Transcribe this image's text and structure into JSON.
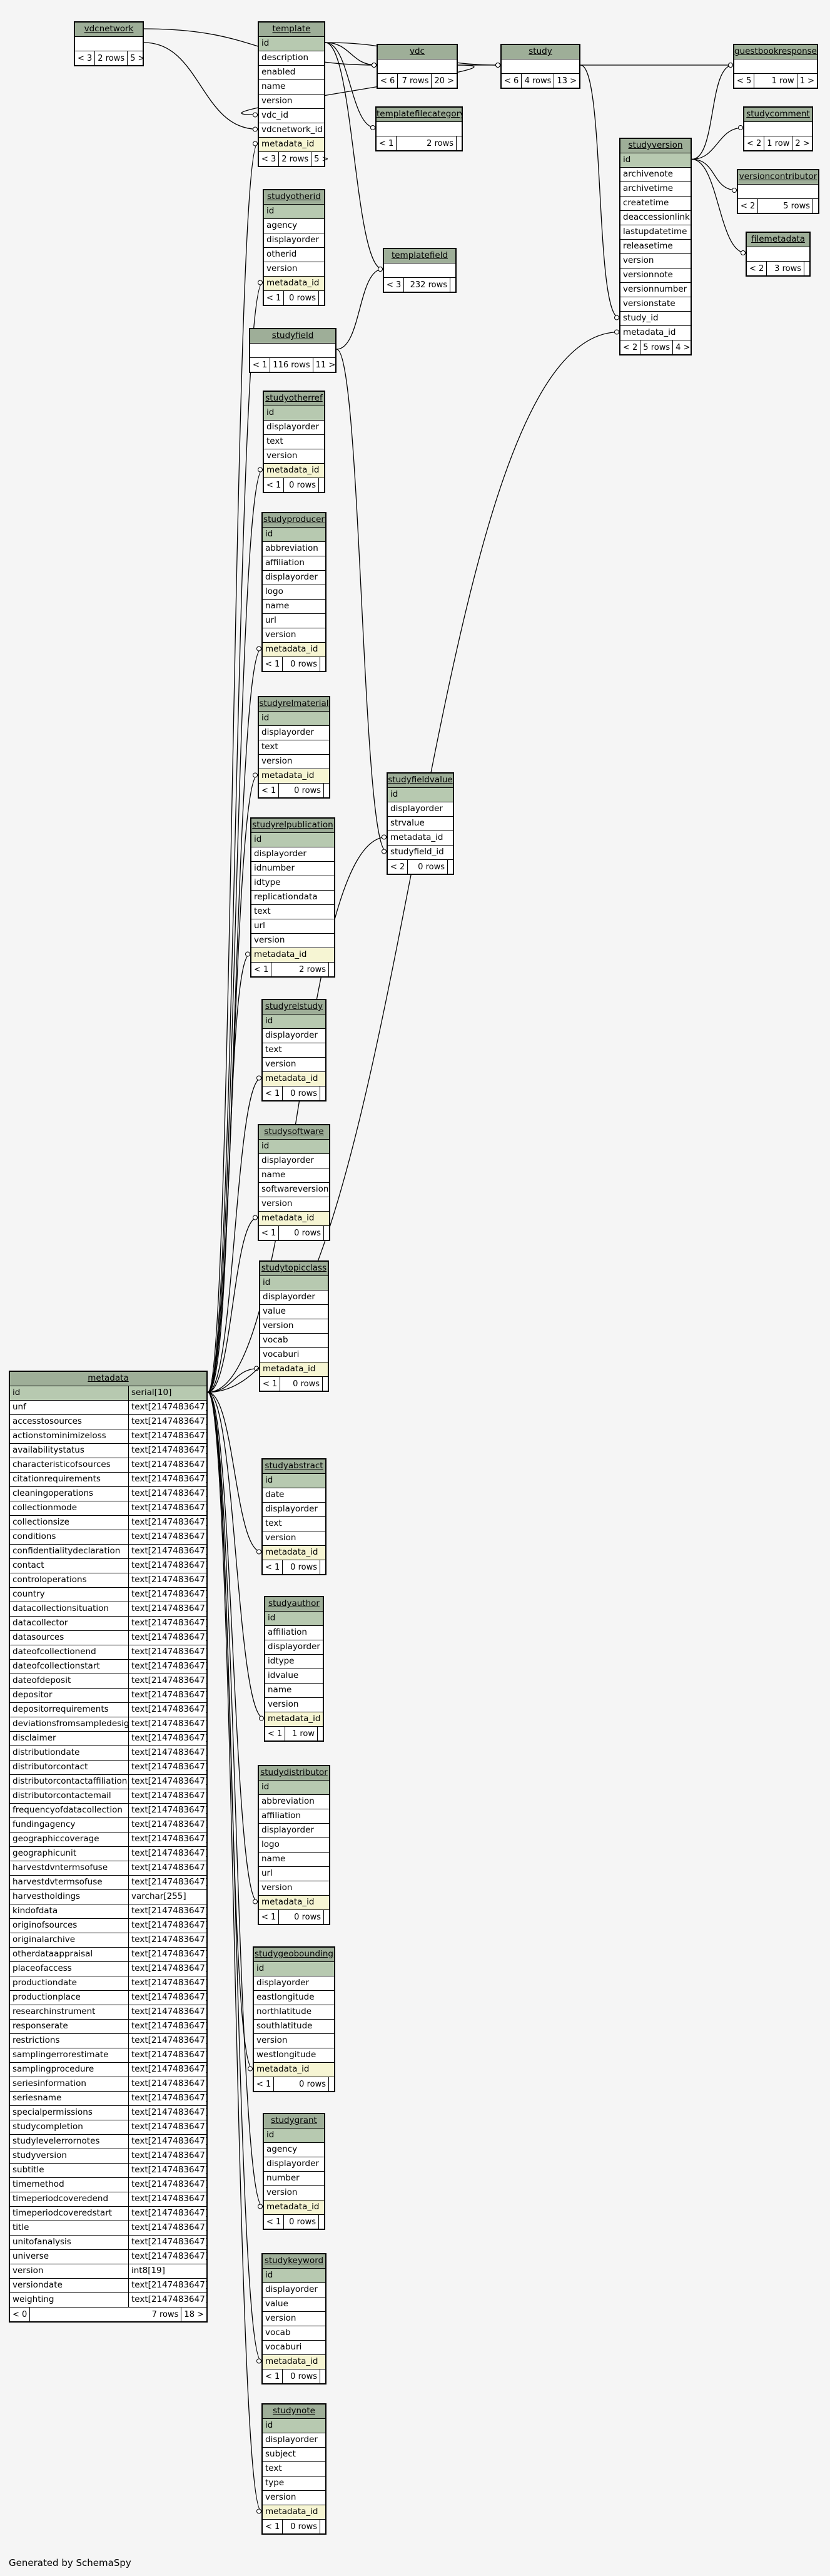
{
  "footer": "Generated by SchemaSpy",
  "tables": [
    {
      "id": "vdcnetwork",
      "name": "vdcnetwork",
      "columns": [],
      "empty": true,
      "footer": [
        "< 3",
        "2 rows",
        "5 >"
      ]
    },
    {
      "id": "template",
      "name": "template",
      "columns": [
        {
          "n": "id",
          "k": "pk"
        },
        {
          "n": "description"
        },
        {
          "n": "enabled"
        },
        {
          "n": "name"
        },
        {
          "n": "version"
        },
        {
          "n": "vdc_id"
        },
        {
          "n": "vdcnetwork_id"
        },
        {
          "n": "metadata_id",
          "k": "fk"
        }
      ],
      "footer": [
        "< 3",
        "2 rows",
        "5 >"
      ]
    },
    {
      "id": "vdc",
      "name": "vdc",
      "columns": [],
      "empty": true,
      "footer": [
        "< 6",
        "7 rows",
        "20 >"
      ]
    },
    {
      "id": "study",
      "name": "study",
      "columns": [],
      "empty": true,
      "footer": [
        "< 6",
        "4 rows",
        "13 >"
      ]
    },
    {
      "id": "guestbookresponse",
      "name": "guestbookresponse",
      "columns": [],
      "empty": true,
      "footer": [
        "< 5",
        "1 row",
        "1 >"
      ]
    },
    {
      "id": "templatefilecategory",
      "name": "templatefilecategory",
      "columns": [],
      "empty": true,
      "footer": [
        "< 1",
        "2 rows",
        ""
      ]
    },
    {
      "id": "studycomment",
      "name": "studycomment",
      "columns": [],
      "empty": true,
      "footer": [
        "< 2",
        "1 row",
        "2 >"
      ]
    },
    {
      "id": "studyversion",
      "name": "studyversion",
      "columns": [
        {
          "n": "id",
          "k": "pk"
        },
        {
          "n": "archivenote"
        },
        {
          "n": "archivetime"
        },
        {
          "n": "createtime"
        },
        {
          "n": "deaccessionlink"
        },
        {
          "n": "lastupdatetime"
        },
        {
          "n": "releasetime"
        },
        {
          "n": "version"
        },
        {
          "n": "versionnote"
        },
        {
          "n": "versionnumber"
        },
        {
          "n": "versionstate"
        },
        {
          "n": "study_id"
        },
        {
          "n": "metadata_id"
        }
      ],
      "footer": [
        "< 2",
        "5 rows",
        "4 >"
      ]
    },
    {
      "id": "versioncontributor",
      "name": "versioncontributor",
      "columns": [],
      "empty": true,
      "footer": [
        "< 2",
        "5 rows",
        ""
      ]
    },
    {
      "id": "filemetadata",
      "name": "filemetadata",
      "columns": [],
      "empty": true,
      "footer": [
        "< 2",
        "3 rows",
        ""
      ]
    },
    {
      "id": "studyotherid",
      "name": "studyotherid",
      "columns": [
        {
          "n": "id",
          "k": "pk"
        },
        {
          "n": "agency"
        },
        {
          "n": "displayorder"
        },
        {
          "n": "otherid"
        },
        {
          "n": "version"
        },
        {
          "n": "metadata_id",
          "k": "fk"
        }
      ],
      "footer": [
        "< 1",
        "0 rows",
        ""
      ]
    },
    {
      "id": "templatefield",
      "name": "templatefield",
      "columns": [],
      "empty": true,
      "footer": [
        "< 3",
        "232 rows",
        ""
      ]
    },
    {
      "id": "studyfield",
      "name": "studyfield",
      "columns": [],
      "empty": true,
      "footer": [
        "< 1",
        "116 rows",
        "11 >"
      ]
    },
    {
      "id": "studyotherref",
      "name": "studyotherref",
      "columns": [
        {
          "n": "id",
          "k": "pk"
        },
        {
          "n": "displayorder"
        },
        {
          "n": "text"
        },
        {
          "n": "version"
        },
        {
          "n": "metadata_id",
          "k": "fk"
        }
      ],
      "footer": [
        "< 1",
        "0 rows",
        ""
      ]
    },
    {
      "id": "studyproducer",
      "name": "studyproducer",
      "columns": [
        {
          "n": "id",
          "k": "pk"
        },
        {
          "n": "abbreviation"
        },
        {
          "n": "affiliation"
        },
        {
          "n": "displayorder"
        },
        {
          "n": "logo"
        },
        {
          "n": "name"
        },
        {
          "n": "url"
        },
        {
          "n": "version"
        },
        {
          "n": "metadata_id",
          "k": "fk"
        }
      ],
      "footer": [
        "< 1",
        "0 rows",
        ""
      ]
    },
    {
      "id": "studyrelmaterial",
      "name": "studyrelmaterial",
      "columns": [
        {
          "n": "id",
          "k": "pk"
        },
        {
          "n": "displayorder"
        },
        {
          "n": "text"
        },
        {
          "n": "version"
        },
        {
          "n": "metadata_id",
          "k": "fk"
        }
      ],
      "footer": [
        "< 1",
        "0 rows",
        ""
      ]
    },
    {
      "id": "studyfieldvalue",
      "name": "studyfieldvalue",
      "columns": [
        {
          "n": "id",
          "k": "pk"
        },
        {
          "n": "displayorder"
        },
        {
          "n": "strvalue"
        },
        {
          "n": "metadata_id"
        },
        {
          "n": "studyfield_id"
        }
      ],
      "footer": [
        "< 2",
        "0 rows",
        ""
      ]
    },
    {
      "id": "studyrelpublication",
      "name": "studyrelpublication",
      "columns": [
        {
          "n": "id",
          "k": "pk"
        },
        {
          "n": "displayorder"
        },
        {
          "n": "idnumber"
        },
        {
          "n": "idtype"
        },
        {
          "n": "replicationdata"
        },
        {
          "n": "text"
        },
        {
          "n": "url"
        },
        {
          "n": "version"
        },
        {
          "n": "metadata_id",
          "k": "fk"
        }
      ],
      "footer": [
        "< 1",
        "2 rows",
        ""
      ]
    },
    {
      "id": "studyrelstudy",
      "name": "studyrelstudy",
      "columns": [
        {
          "n": "id",
          "k": "pk"
        },
        {
          "n": "displayorder"
        },
        {
          "n": "text"
        },
        {
          "n": "version"
        },
        {
          "n": "metadata_id",
          "k": "fk"
        }
      ],
      "footer": [
        "< 1",
        "0 rows",
        ""
      ]
    },
    {
      "id": "studysoftware",
      "name": "studysoftware",
      "columns": [
        {
          "n": "id",
          "k": "pk"
        },
        {
          "n": "displayorder"
        },
        {
          "n": "name"
        },
        {
          "n": "softwareversion"
        },
        {
          "n": "version"
        },
        {
          "n": "metadata_id",
          "k": "fk"
        }
      ],
      "footer": [
        "< 1",
        "0 rows",
        ""
      ]
    },
    {
      "id": "studytopicclass",
      "name": "studytopicclass",
      "columns": [
        {
          "n": "id",
          "k": "pk"
        },
        {
          "n": "displayorder"
        },
        {
          "n": "value"
        },
        {
          "n": "version"
        },
        {
          "n": "vocab"
        },
        {
          "n": "vocaburi"
        },
        {
          "n": "metadata_id",
          "k": "fk"
        }
      ],
      "footer": [
        "< 1",
        "0 rows",
        ""
      ]
    },
    {
      "id": "studyabstract",
      "name": "studyabstract",
      "columns": [
        {
          "n": "id",
          "k": "pk"
        },
        {
          "n": "date"
        },
        {
          "n": "displayorder"
        },
        {
          "n": "text"
        },
        {
          "n": "version"
        },
        {
          "n": "metadata_id",
          "k": "fk"
        }
      ],
      "footer": [
        "< 1",
        "0 rows",
        ""
      ]
    },
    {
      "id": "studyauthor",
      "name": "studyauthor",
      "columns": [
        {
          "n": "id",
          "k": "pk"
        },
        {
          "n": "affiliation"
        },
        {
          "n": "displayorder"
        },
        {
          "n": "idtype"
        },
        {
          "n": "idvalue"
        },
        {
          "n": "name"
        },
        {
          "n": "version"
        },
        {
          "n": "metadata_id",
          "k": "fk"
        }
      ],
      "footer": [
        "< 1",
        "1 row",
        ""
      ]
    },
    {
      "id": "studydistributor",
      "name": "studydistributor",
      "columns": [
        {
          "n": "id",
          "k": "pk"
        },
        {
          "n": "abbreviation"
        },
        {
          "n": "affiliation"
        },
        {
          "n": "displayorder"
        },
        {
          "n": "logo"
        },
        {
          "n": "name"
        },
        {
          "n": "url"
        },
        {
          "n": "version"
        },
        {
          "n": "metadata_id",
          "k": "fk"
        }
      ],
      "footer": [
        "< 1",
        "0 rows",
        ""
      ]
    },
    {
      "id": "studygeobounding",
      "name": "studygeobounding",
      "columns": [
        {
          "n": "id",
          "k": "pk"
        },
        {
          "n": "displayorder"
        },
        {
          "n": "eastlongitude"
        },
        {
          "n": "northlatitude"
        },
        {
          "n": "southlatitude"
        },
        {
          "n": "version"
        },
        {
          "n": "westlongitude"
        },
        {
          "n": "metadata_id",
          "k": "fk"
        }
      ],
      "footer": [
        "< 1",
        "0 rows",
        ""
      ]
    },
    {
      "id": "studygrant",
      "name": "studygrant",
      "columns": [
        {
          "n": "id",
          "k": "pk"
        },
        {
          "n": "agency"
        },
        {
          "n": "displayorder"
        },
        {
          "n": "number"
        },
        {
          "n": "version"
        },
        {
          "n": "metadata_id",
          "k": "fk"
        }
      ],
      "footer": [
        "< 1",
        "0 rows",
        ""
      ]
    },
    {
      "id": "studykeyword",
      "name": "studykeyword",
      "columns": [
        {
          "n": "id",
          "k": "pk"
        },
        {
          "n": "displayorder"
        },
        {
          "n": "value"
        },
        {
          "n": "version"
        },
        {
          "n": "vocab"
        },
        {
          "n": "vocaburi"
        },
        {
          "n": "metadata_id",
          "k": "fk"
        }
      ],
      "footer": [
        "< 1",
        "0 rows",
        ""
      ]
    },
    {
      "id": "studynote",
      "name": "studynote",
      "columns": [
        {
          "n": "id",
          "k": "pk"
        },
        {
          "n": "displayorder"
        },
        {
          "n": "subject"
        },
        {
          "n": "text"
        },
        {
          "n": "type"
        },
        {
          "n": "version"
        },
        {
          "n": "metadata_id",
          "k": "fk"
        }
      ],
      "footer": [
        "< 1",
        "0 rows",
        ""
      ]
    },
    {
      "id": "metadata",
      "name": "metadata",
      "typed": true,
      "columns": [
        {
          "n": "id",
          "t": "serial[10]",
          "k": "pk"
        },
        {
          "n": "unf",
          "t": "text[2147483647]"
        },
        {
          "n": "accesstosources",
          "t": "text[2147483647]"
        },
        {
          "n": "actionstominimizeloss",
          "t": "text[2147483647]"
        },
        {
          "n": "availabilitystatus",
          "t": "text[2147483647]"
        },
        {
          "n": "characteristicofsources",
          "t": "text[2147483647]"
        },
        {
          "n": "citationrequirements",
          "t": "text[2147483647]"
        },
        {
          "n": "cleaningoperations",
          "t": "text[2147483647]"
        },
        {
          "n": "collectionmode",
          "t": "text[2147483647]"
        },
        {
          "n": "collectionsize",
          "t": "text[2147483647]"
        },
        {
          "n": "conditions",
          "t": "text[2147483647]"
        },
        {
          "n": "confidentialitydeclaration",
          "t": "text[2147483647]"
        },
        {
          "n": "contact",
          "t": "text[2147483647]"
        },
        {
          "n": "controloperations",
          "t": "text[2147483647]"
        },
        {
          "n": "country",
          "t": "text[2147483647]"
        },
        {
          "n": "datacollectionsituation",
          "t": "text[2147483647]"
        },
        {
          "n": "datacollector",
          "t": "text[2147483647]"
        },
        {
          "n": "datasources",
          "t": "text[2147483647]"
        },
        {
          "n": "dateofcollectionend",
          "t": "text[2147483647]"
        },
        {
          "n": "dateofcollectionstart",
          "t": "text[2147483647]"
        },
        {
          "n": "dateofdeposit",
          "t": "text[2147483647]"
        },
        {
          "n": "depositor",
          "t": "text[2147483647]"
        },
        {
          "n": "depositorrequirements",
          "t": "text[2147483647]"
        },
        {
          "n": "deviationsfromsampledesign",
          "t": "text[2147483647]"
        },
        {
          "n": "disclaimer",
          "t": "text[2147483647]"
        },
        {
          "n": "distributiondate",
          "t": "text[2147483647]"
        },
        {
          "n": "distributorcontact",
          "t": "text[2147483647]"
        },
        {
          "n": "distributorcontactaffiliation",
          "t": "text[2147483647]"
        },
        {
          "n": "distributorcontactemail",
          "t": "text[2147483647]"
        },
        {
          "n": "frequencyofdatacollection",
          "t": "text[2147483647]"
        },
        {
          "n": "fundingagency",
          "t": "text[2147483647]"
        },
        {
          "n": "geographiccoverage",
          "t": "text[2147483647]"
        },
        {
          "n": "geographicunit",
          "t": "text[2147483647]"
        },
        {
          "n": "harvestdvntermsofuse",
          "t": "text[2147483647]"
        },
        {
          "n": "harvestdvtermsofuse",
          "t": "text[2147483647]"
        },
        {
          "n": "harvestholdings",
          "t": "varchar[255]"
        },
        {
          "n": "kindofdata",
          "t": "text[2147483647]"
        },
        {
          "n": "originofsources",
          "t": "text[2147483647]"
        },
        {
          "n": "originalarchive",
          "t": "text[2147483647]"
        },
        {
          "n": "otherdataappraisal",
          "t": "text[2147483647]"
        },
        {
          "n": "placeofaccess",
          "t": "text[2147483647]"
        },
        {
          "n": "productiondate",
          "t": "text[2147483647]"
        },
        {
          "n": "productionplace",
          "t": "text[2147483647]"
        },
        {
          "n": "researchinstrument",
          "t": "text[2147483647]"
        },
        {
          "n": "responserate",
          "t": "text[2147483647]"
        },
        {
          "n": "restrictions",
          "t": "text[2147483647]"
        },
        {
          "n": "samplingerrorestimate",
          "t": "text[2147483647]"
        },
        {
          "n": "samplingprocedure",
          "t": "text[2147483647]"
        },
        {
          "n": "seriesinformation",
          "t": "text[2147483647]"
        },
        {
          "n": "seriesname",
          "t": "text[2147483647]"
        },
        {
          "n": "specialpermissions",
          "t": "text[2147483647]"
        },
        {
          "n": "studycompletion",
          "t": "text[2147483647]"
        },
        {
          "n": "studylevelerrornotes",
          "t": "text[2147483647]"
        },
        {
          "n": "studyversion",
          "t": "text[2147483647]"
        },
        {
          "n": "subtitle",
          "t": "text[2147483647]"
        },
        {
          "n": "timemethod",
          "t": "text[2147483647]"
        },
        {
          "n": "timeperiodcoveredend",
          "t": "text[2147483647]"
        },
        {
          "n": "timeperiodcoveredstart",
          "t": "text[2147483647]"
        },
        {
          "n": "title",
          "t": "text[2147483647]"
        },
        {
          "n": "unitofanalysis",
          "t": "text[2147483647]"
        },
        {
          "n": "universe",
          "t": "text[2147483647]"
        },
        {
          "n": "version",
          "t": "int8[19]"
        },
        {
          "n": "versiondate",
          "t": "text[2147483647]"
        },
        {
          "n": "weighting",
          "t": "text[2147483647]"
        }
      ],
      "footer": [
        "< 0",
        "7 rows",
        "18 >"
      ]
    }
  ]
}
